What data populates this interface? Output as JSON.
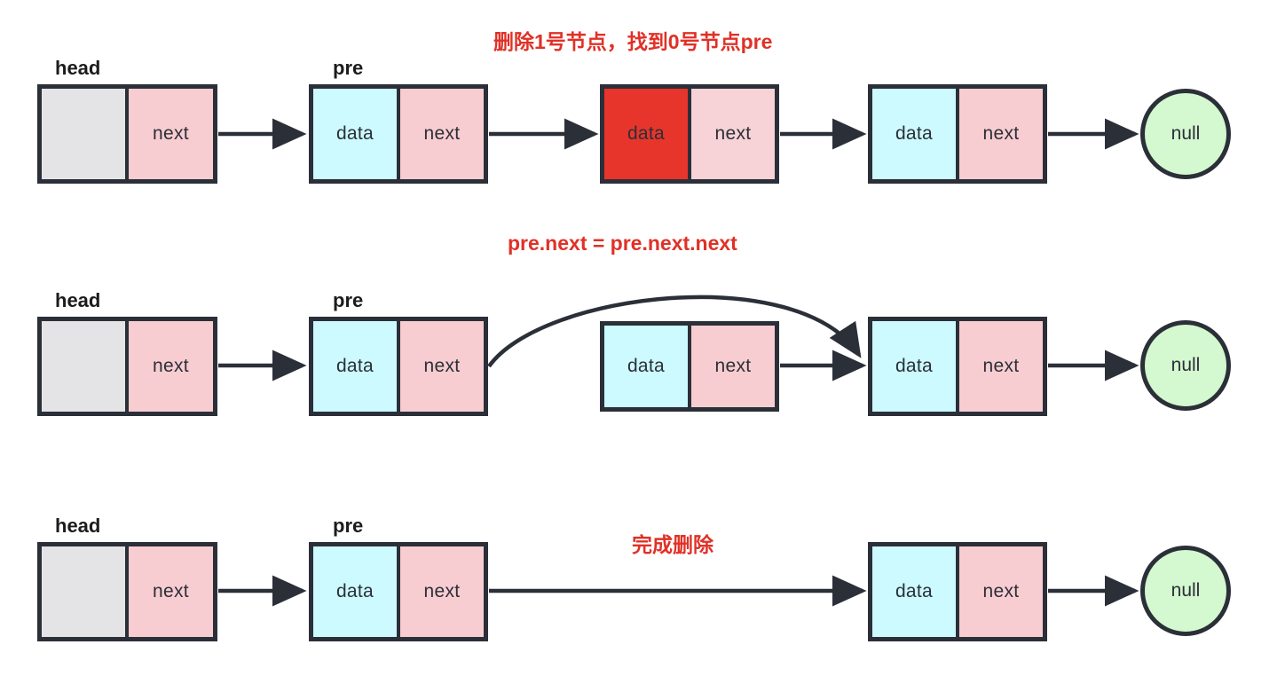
{
  "diagram": {
    "title_row1": "删除1号节点，找到0号节点pre",
    "title_row2": "pre.next = pre.next.next",
    "title_row3": "完成删除",
    "colors": {
      "accent_red": "#e03127",
      "node_border": "#2b2f38",
      "data_cyan": "#ccfaff",
      "next_pink": "#f8cdd1",
      "deleted_red": "#e8352b",
      "deleted_next_pink": "#f7d2d6",
      "head_gray": "#e4e4e6",
      "null_green": "#d4f8cf",
      "arrow": "#2b2f38"
    },
    "labels": {
      "head": "head",
      "pre": "pre",
      "data": "data",
      "next": "next",
      "null": "null"
    },
    "rows": [
      {
        "id": "row-1",
        "caption": "删除1号节点，找到0号节点pre",
        "pointers": [
          "head",
          "pre"
        ],
        "nodes": [
          {
            "id": "head-node",
            "left_label": "",
            "right_label": "next",
            "state": "head"
          },
          {
            "id": "node-pre",
            "left_label": "data",
            "right_label": "next",
            "state": "normal"
          },
          {
            "id": "node-target",
            "left_label": "data",
            "right_label": "next",
            "state": "deleted"
          },
          {
            "id": "node-after",
            "left_label": "data",
            "right_label": "next",
            "state": "normal"
          }
        ],
        "terminal": "null"
      },
      {
        "id": "row-2",
        "caption": "pre.next = pre.next.next",
        "pointers": [
          "head",
          "pre"
        ],
        "nodes": [
          {
            "id": "head-node",
            "left_label": "",
            "right_label": "next",
            "state": "head"
          },
          {
            "id": "node-pre",
            "left_label": "data",
            "right_label": "next",
            "state": "normal"
          },
          {
            "id": "node-orphan",
            "left_label": "data",
            "right_label": "next",
            "state": "normal"
          },
          {
            "id": "node-after",
            "left_label": "data",
            "right_label": "next",
            "state": "normal"
          }
        ],
        "terminal": "null"
      },
      {
        "id": "row-3",
        "caption": "完成删除",
        "pointers": [
          "head",
          "pre"
        ],
        "nodes": [
          {
            "id": "head-node",
            "left_label": "",
            "right_label": "next",
            "state": "head"
          },
          {
            "id": "node-pre",
            "left_label": "data",
            "right_label": "next",
            "state": "normal"
          },
          {
            "id": "node-after",
            "left_label": "data",
            "right_label": "next",
            "state": "normal"
          }
        ],
        "terminal": "null"
      }
    ]
  }
}
